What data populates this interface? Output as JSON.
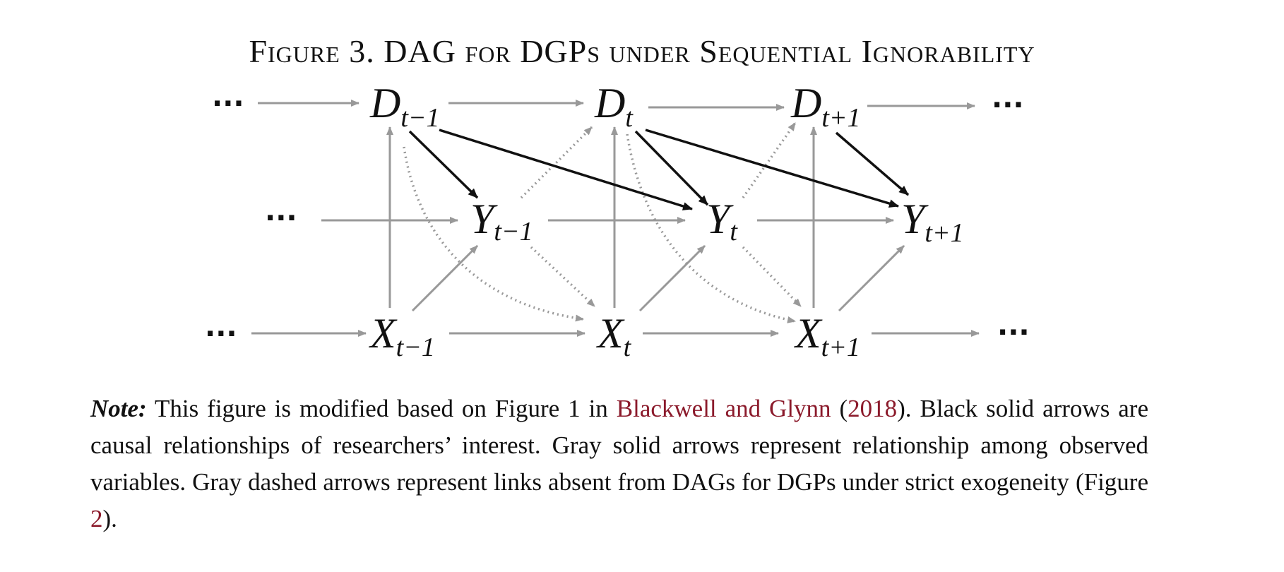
{
  "figure": {
    "title": "Figure 3. DAG for DGPs under Sequential Ignorability"
  },
  "dag": {
    "ellipsis": "···",
    "nodes": {
      "D_prev": {
        "sym": "D",
        "sub": "t−1"
      },
      "D_cur": {
        "sym": "D",
        "sub": "t"
      },
      "D_next": {
        "sym": "D",
        "sub": "t+1"
      },
      "Y_prev": {
        "sym": "Y",
        "sub": "t−1"
      },
      "Y_cur": {
        "sym": "Y",
        "sub": "t"
      },
      "Y_next": {
        "sym": "Y",
        "sub": "t+1"
      },
      "X_prev": {
        "sym": "X",
        "sub": "t−1"
      },
      "X_cur": {
        "sym": "X",
        "sub": "t"
      },
      "X_next": {
        "sym": "X",
        "sub": "t+1"
      }
    },
    "colors": {
      "black_arrow": "#111111",
      "gray_arrow": "#999999",
      "citation": "#8b1a2b"
    }
  },
  "note": {
    "label": "Note:",
    "text1": " This figure is modified based on Figure 1 in ",
    "cite_authors": "Blackwell and Glynn",
    "paren_open": " (",
    "cite_year": "2018",
    "text2": "). Black solid arrows are causal relationships of researchers’ interest. Gray solid arrows represent relationship among observed variables. Gray dashed arrows represent links absent from DAGs for DGPs under strict exogeneity (Figure ",
    "fig_ref": "2",
    "text3": ")."
  }
}
